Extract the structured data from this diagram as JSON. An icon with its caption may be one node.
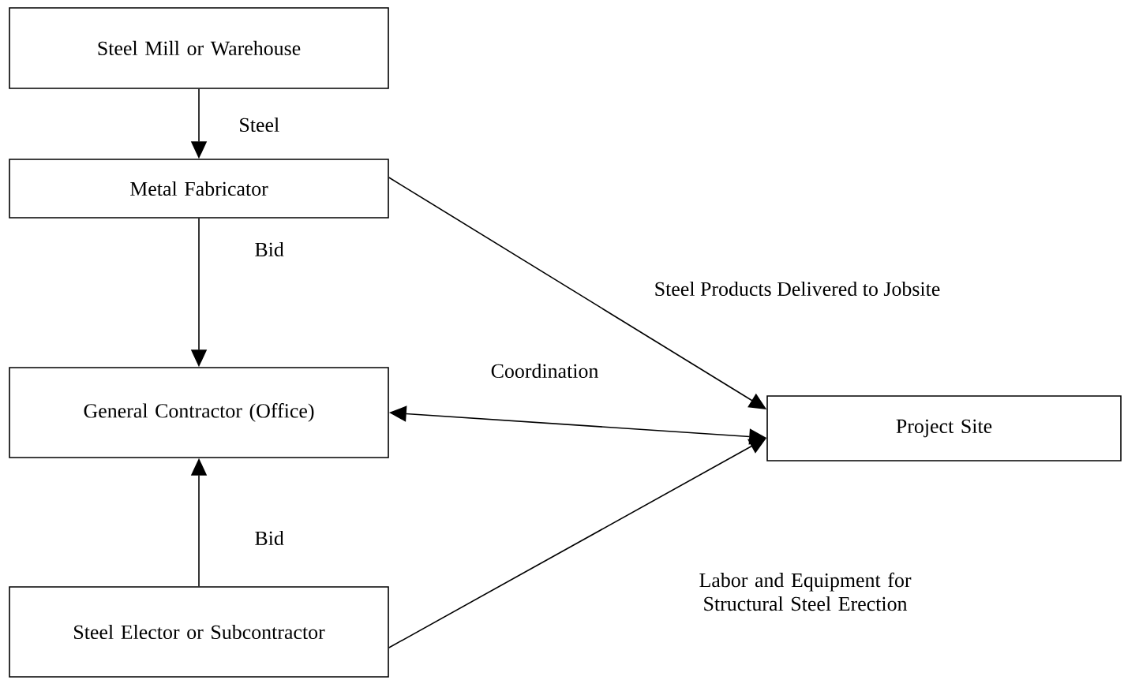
{
  "diagram": {
    "nodes": [
      {
        "text": [
          "Steel Mill or Warehouse"
        ]
      },
      {
        "text": [
          "Metal Fabricator"
        ]
      },
      {
        "text": [
          "General Contractor (Office)"
        ]
      },
      {
        "text": [
          "Steel Elector or Subcontractor"
        ]
      },
      {
        "text": [
          "Project Site"
        ]
      }
    ],
    "edges": [
      {
        "from": 0,
        "to": 1,
        "arrow": "to",
        "label": "Steel"
      },
      {
        "from": 1,
        "to": 2,
        "arrow": "to",
        "label": "Bid"
      },
      {
        "from": 3,
        "to": 2,
        "arrow": "to",
        "label": "Bid"
      },
      {
        "from": 2,
        "to": 4,
        "arrow": "both",
        "label": "Coordination"
      },
      {
        "from": 1,
        "to": 4,
        "arrow": "to",
        "label": "Steel Products Delivered to Jobsite"
      },
      {
        "from": 3,
        "to": 4,
        "arrow": "to",
        "label": "Labor and Equipment for Structural Steel Erection"
      }
    ]
  }
}
